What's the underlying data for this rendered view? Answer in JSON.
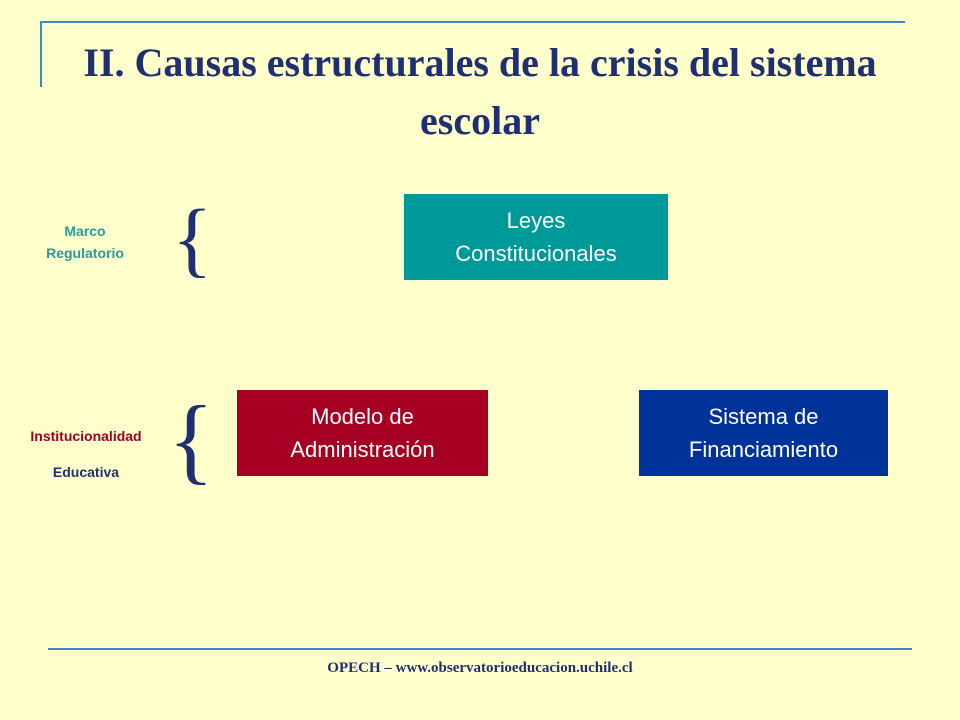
{
  "slide": {
    "title": "II. Causas estructurales de la crisis del sistema escolar",
    "labels": {
      "marco_line1": "Marco",
      "marco_line2": "Regulatorio",
      "inst_line1": "Institucionalidad",
      "inst_line2": "Educativa"
    },
    "braces": {
      "left": "{"
    },
    "boxes": {
      "leyes": {
        "line1": "Leyes",
        "line2": "Constitucionales"
      },
      "modelo": {
        "line1": "Modelo de",
        "line2": "Administración"
      },
      "sistema": {
        "line1": "Sistema de",
        "line2": "Financiamiento"
      }
    },
    "footer": "OPECH – www.observatorioeducacion.uchile.cl"
  },
  "colors": {
    "background": "#FFFFCC",
    "title": "#1F2F72",
    "frame": "#3B8AC4",
    "teal": "#009999",
    "crimson": "#A50021",
    "blue": "#003399"
  }
}
